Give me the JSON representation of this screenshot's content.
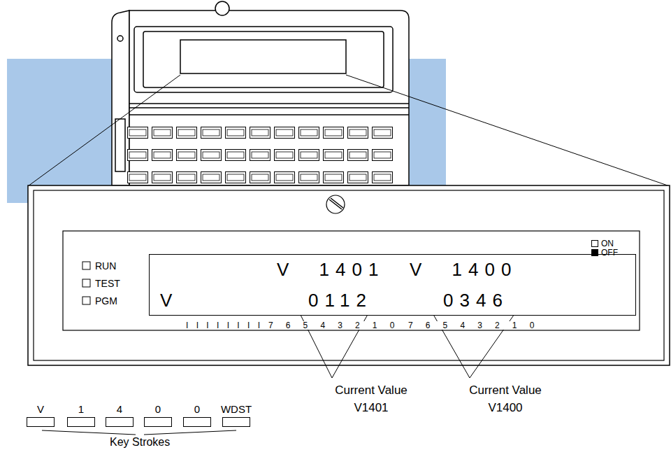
{
  "diagram": {
    "nodes": [
      {
        "text": [
          "V 1401",
          "V 1400",
          "V",
          "0112",
          "0346"
        ]
      },
      {
        "text": [
          "V"
        ]
      },
      {
        "text": [
          "1"
        ]
      },
      {
        "text": [
          "4"
        ]
      },
      {
        "text": [
          "0"
        ]
      },
      {
        "text": [
          "0"
        ]
      },
      {
        "text": [
          "WDST"
        ]
      }
    ],
    "labels": [
      "RUN",
      "TEST",
      "PGM",
      "I I I I I I I I",
      "7 6 5 4 3 2 1 0",
      "7 6 5 4 3 2 1 0",
      "Current Value V1401",
      "Current Value V1400",
      "Key Strokes"
    ],
    "legend": [
      {
        "text": "ON",
        "color": "#ffffff"
      },
      {
        "text": "OFF",
        "color": "#000000"
      }
    ]
  }
}
